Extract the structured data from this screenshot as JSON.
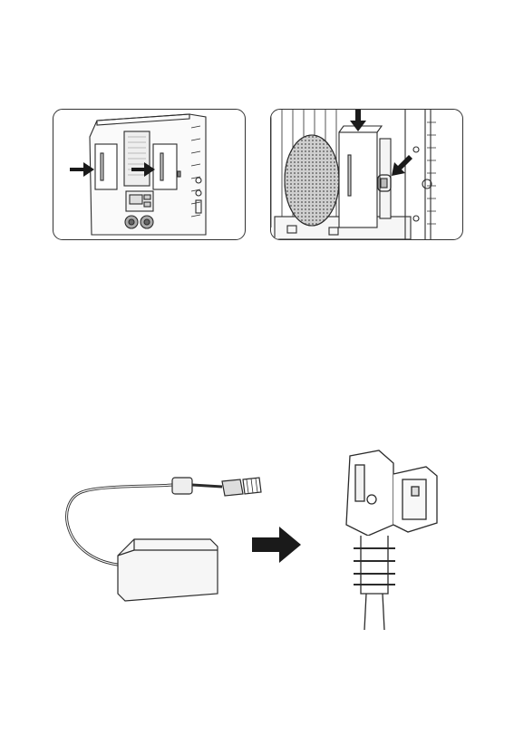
{
  "figures": [
    {
      "id": "battery-install-back-view",
      "icons": [
        "arrow-right-icon",
        "arrow-right-icon"
      ]
    },
    {
      "id": "battery-latch-detail",
      "icons": [
        "arrow-down-icon",
        "arrow-diagonal-icon"
      ]
    },
    {
      "id": "power-adapter-to-dtap",
      "icons": [
        "arrow-right-icon"
      ]
    }
  ],
  "colors": {
    "line": "#2b2b2b",
    "arrow": "#1a1a1a",
    "fill_light": "#f4f4f4",
    "fill_mid": "#d9d9d9"
  }
}
